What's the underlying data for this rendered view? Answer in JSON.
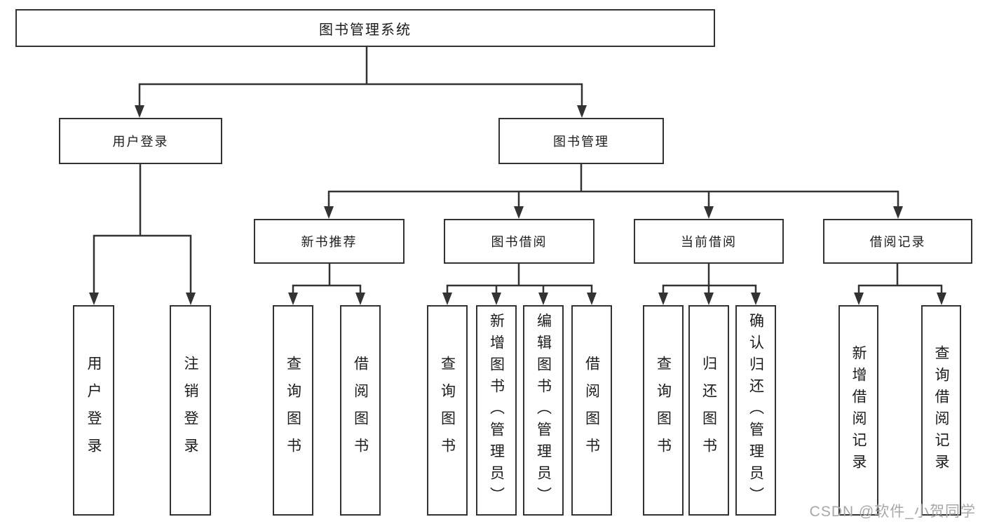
{
  "diagram": {
    "type": "hierarchy-tree",
    "orientation": "top-down",
    "colors": {
      "background": "#ffffff",
      "line": "#333333",
      "box_border": "#333333",
      "box_fill": "#ffffff",
      "text": "#1c1c1e",
      "watermark": "#a8a8a8"
    }
  },
  "tree": {
    "label": "图书管理系统",
    "children": [
      {
        "label": "用户登录",
        "children": [
          {
            "label": "用户登录"
          },
          {
            "label": "注销登录"
          }
        ]
      },
      {
        "label": "图书管理",
        "children": [
          {
            "label": "新书推荐",
            "children": [
              {
                "label": "查询图书"
              },
              {
                "label": "借阅图书"
              }
            ]
          },
          {
            "label": "图书借阅",
            "children": [
              {
                "label": "查询图书"
              },
              {
                "label": "新增图书（管理员）"
              },
              {
                "label": "编辑图书（管理员）"
              },
              {
                "label": "借阅图书"
              }
            ]
          },
          {
            "label": "当前借阅",
            "children": [
              {
                "label": "查询图书"
              },
              {
                "label": "归还图书"
              },
              {
                "label": "确认归还（管理员）"
              }
            ]
          },
          {
            "label": "借阅记录",
            "children": [
              {
                "label": "新增借阅记录"
              },
              {
                "label": "查询借阅记录"
              }
            ]
          }
        ]
      }
    ]
  },
  "watermark": "CSDN @软件_小贺同学"
}
